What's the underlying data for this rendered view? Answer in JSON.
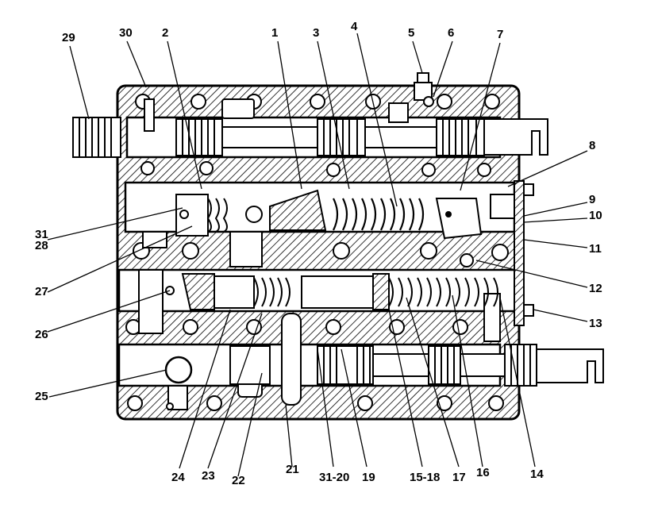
{
  "diagram": {
    "labels": {
      "l1": "1",
      "l2": "2",
      "l3": "3",
      "l4": "4",
      "l5": "5",
      "l6": "6",
      "l7": "7",
      "l8": "8",
      "l9": "9",
      "l10": "10",
      "l11": "11",
      "l12": "12",
      "l13": "13",
      "l14": "14",
      "l15_18": "15-18",
      "l16": "16",
      "l17": "17",
      "l19": "19",
      "l21": "21",
      "l22": "22",
      "l23": "23",
      "l24": "24",
      "l25": "25",
      "l26": "26",
      "l27": "27",
      "l28": "28",
      "l29": "29",
      "l30": "30",
      "l31": "31",
      "l31_20": "31-20"
    }
  }
}
